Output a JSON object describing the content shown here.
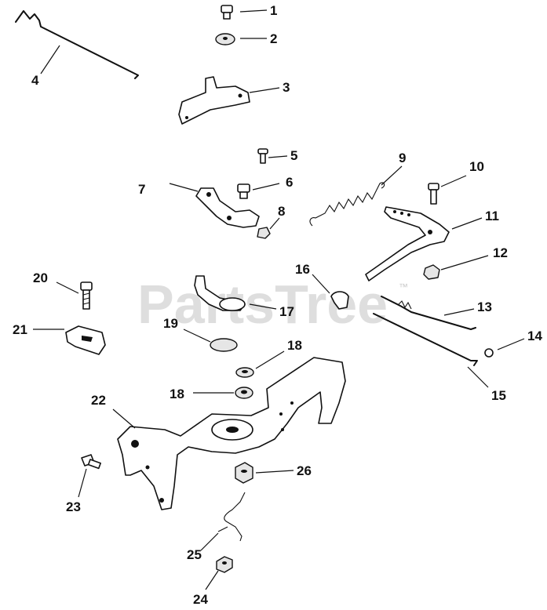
{
  "watermark": {
    "text": "PartsTree",
    "tm": "™"
  },
  "callouts": [
    "1",
    "2",
    "3",
    "4",
    "5",
    "6",
    "7",
    "8",
    "9",
    "10",
    "11",
    "12",
    "13",
    "14",
    "15",
    "16",
    "17",
    "18",
    "18",
    "19",
    "20",
    "21",
    "22",
    "23",
    "24",
    "25",
    "26"
  ]
}
